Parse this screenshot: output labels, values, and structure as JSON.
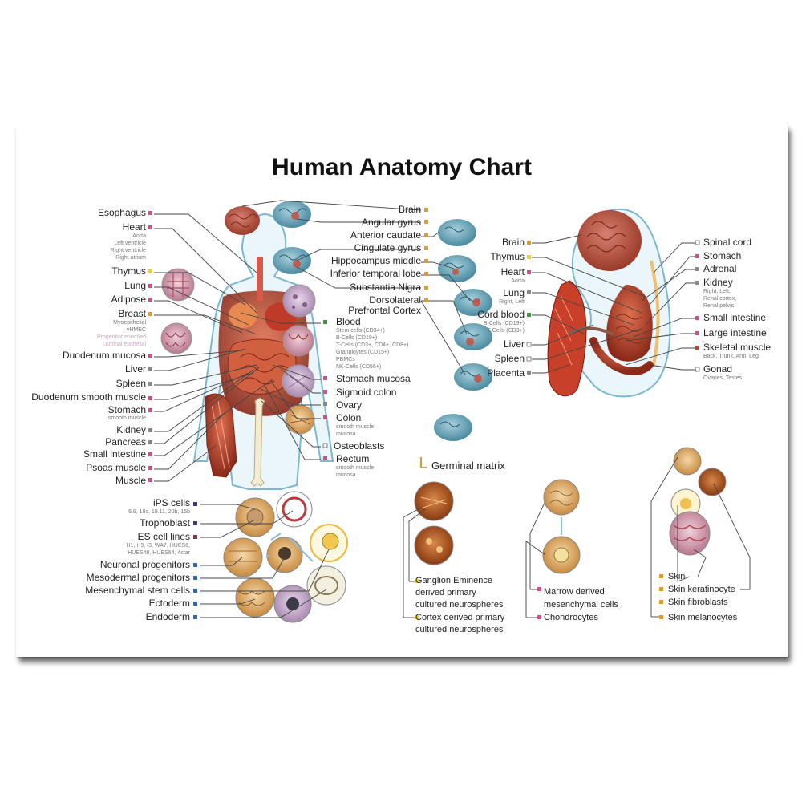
{
  "title": "Human Anatomy Chart",
  "body_left": {
    "esophagus": "Esophagus",
    "heart": "Heart",
    "heart_sub": [
      "Aorta",
      "Left ventricle",
      "Right ventricle",
      "Right atrium"
    ],
    "thymus": "Thymus",
    "lung": "Lung",
    "adipose": "Adipose",
    "breast": "Breast",
    "breast_sub": [
      "Myoepithelial",
      "vHMEC"
    ],
    "breast_sub_faint": [
      "Progenitor enriched",
      "Luminal epithelial"
    ],
    "duodenum_mucosa": "Duodenum mucosa",
    "liver": "Liver",
    "spleen": "Spleen",
    "duodenum_smooth": "Duodenum smooth muscle",
    "stomach": "Stomach",
    "stomach_sub": "smooth muscle",
    "kidney": "Kidney",
    "pancreas": "Pancreas",
    "small_intestine": "Small intestine",
    "psoas": "Psoas muscle",
    "muscle": "Muscle"
  },
  "body_right": {
    "blood": "Blood",
    "blood_sub": [
      "Stem cells (CD34+)",
      "B-Cells (CD19+)",
      "T-Cells (CD3+, CD4+, CD8+)",
      "Granuloytes (CD15+)",
      "PBMCs",
      "NK-Cells (CD56+)"
    ],
    "stomach_mucosa": "Stomach mucosa",
    "sigmoid_colon": "Sigmoid colon",
    "ovary": "Ovary",
    "colon": "Colon",
    "colon_sub": [
      "smooth muscle",
      "mucosa"
    ],
    "osteoblasts": "Osteoblasts",
    "rectum": "Rectum",
    "rectum_sub": [
      "smooth muscle",
      "mucosa"
    ]
  },
  "brain": {
    "brain": "Brain",
    "angular_gyrus": "Angular gyrus",
    "anterior_caudate": "Anterior caudate",
    "cingulate_gyrus": "Cingulate gyrus",
    "hippocampus_middle": "Hippocampus middle",
    "inferior_temporal": "Inferior temporal lobe",
    "substantia_nigra": "Substantia Nigra",
    "dorsolateral_1": "Dorsolateral",
    "dorsolateral_2": "Prefrontal Cortex",
    "germinal_matrix": "Germinal matrix"
  },
  "fetus_left": {
    "brain": "Brain",
    "thymus": "Thymus",
    "heart": "Heart",
    "heart_sub": "Aorta",
    "lung": "Lung",
    "lung_sub": "Right, Left",
    "cord_blood": "Cord blood",
    "cord_sub": [
      "B-Cells (CD19+)",
      "T-Cells (CD3+)"
    ],
    "liver": "Liver",
    "spleen": "Spleen",
    "placenta": "Placenta"
  },
  "fetus_right": {
    "spinal_cord": "Spinal cord",
    "stomach": "Stomach",
    "adrenal": "Adrenal",
    "kidney": "Kidney",
    "kidney_sub": [
      "Right, Left,",
      "Renal cortex,",
      "Renal pelvis"
    ],
    "small_intestine": "Small intestine",
    "large_intestine": "Large intestine",
    "skeletal": "Skeletal muscle",
    "skeletal_sub": "Back, Trunk, Arm, Leg",
    "gonad": "Gonad",
    "gonad_sub": "Ovaries, Testes"
  },
  "cells": {
    "ips": "iPS cells",
    "ips_sub": "6.9, 18c, 19.11, 20b, 15b",
    "trophoblast": "Trophoblast",
    "es_lines": "ES cell lines",
    "es_sub": [
      "H1, H9, I3, WA7, HUES6,",
      "HUES48, HUES64, 4star"
    ],
    "neuronal": "Neuronal progenitors",
    "mesodermal": "Mesodermal progenitors",
    "mesenchymal": "Mesenchymal stem cells",
    "ectoderm": "Ectoderm",
    "endoderm": "Endoderm"
  },
  "neuro": {
    "ganglion": [
      "Ganglion Eminence",
      "derived primary",
      "cultured neurospheres"
    ],
    "cortex": [
      "Cortex derived primary",
      "cultured neurospheres"
    ]
  },
  "marrow": {
    "marrow": [
      "Marrow derived",
      "mesenchymal cells"
    ],
    "chondrocytes": "Chondrocytes"
  },
  "skin": {
    "skin": "Skin",
    "keratinocyte": "Skin keratinocyte",
    "fibroblasts": "Skin fibroblasts",
    "melanocytes": "Skin melanocytes"
  },
  "colors": {
    "pink": "#d84a8a",
    "orange": "#e8982a",
    "yellow": "#f0d020",
    "green": "#3a9a3a",
    "navy": "#3a3a8a",
    "blue": "#2a6ab8",
    "maroon": "#9a2a4a",
    "muscle": "#b8402a",
    "brain_blue": "#5a9ab0"
  }
}
